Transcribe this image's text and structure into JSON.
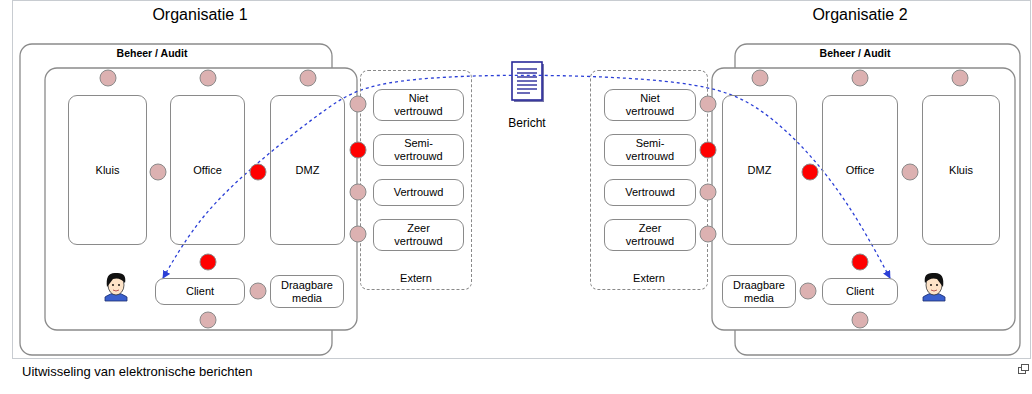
{
  "diagram": {
    "caption": "Uitwisseling van elektronische berichten",
    "nodes": [
      {
        "text": [
          "Organisatie 1",
          "Beheer / Audit"
        ]
      },
      {
        "text": [
          "Kluis"
        ],
        "in": 0
      },
      {
        "text": [
          "Office"
        ],
        "in": 0
      },
      {
        "text": [
          "DMZ"
        ],
        "in": 0
      },
      {
        "text": [
          "Extern"
        ]
      },
      {
        "text": [
          "Niet vertrouwd"
        ],
        "in": 4
      },
      {
        "text": [
          "Semi-vertrouwd"
        ],
        "in": 4
      },
      {
        "text": [
          "Vertrouwd"
        ],
        "in": 4
      },
      {
        "text": [
          "Zeer vertrouwd"
        ],
        "in": 4
      },
      {
        "text": [
          "Client"
        ],
        "in": 0
      },
      {
        "text": [
          "Draagbare media"
        ],
        "in": 0
      },
      {
        "text": [
          "Extern"
        ]
      },
      {
        "text": [
          "Niet vertrouwd"
        ],
        "in": 11
      },
      {
        "text": [
          "Semi-vertrouwd"
        ],
        "in": 11
      },
      {
        "text": [
          "Vertrouwd"
        ],
        "in": 11
      },
      {
        "text": [
          "Zeer vertrouwd"
        ],
        "in": 11
      },
      {
        "text": [
          "Organisatie 2",
          "Beheer / Audit"
        ]
      },
      {
        "text": [
          "DMZ"
        ],
        "in": 16
      },
      {
        "text": [
          "Office"
        ],
        "in": 16
      },
      {
        "text": [
          "Kluis"
        ],
        "in": 16
      },
      {
        "text": [
          "Draagbare media"
        ],
        "in": 16
      },
      {
        "text": [
          "Client"
        ],
        "in": 16
      }
    ],
    "edges": [
      {
        "from": 9,
        "to": 21,
        "arrow": "both"
      }
    ],
    "labels": [
      "Bericht"
    ]
  }
}
